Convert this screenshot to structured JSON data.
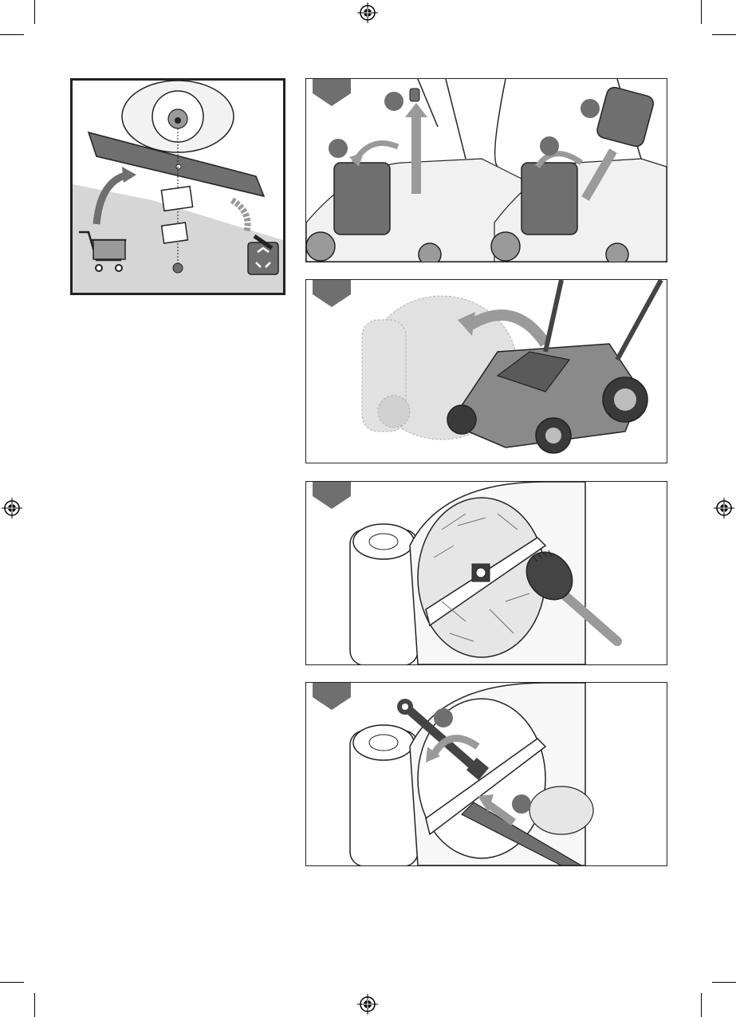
{
  "page": {
    "text": []
  },
  "panels": [
    {
      "step": "",
      "content": "battery-removal"
    },
    {
      "step": "",
      "content": "tilt-mower"
    },
    {
      "step": "",
      "content": "clean-deck"
    },
    {
      "step": "",
      "content": "replace-blade"
    }
  ],
  "colors": {
    "line": "#222222",
    "grey_dark": "#6f6f6f",
    "grey_mid": "#9a9a9a",
    "grey_light": "#d6d6d6",
    "grey_fill": "#e6e6e6"
  }
}
